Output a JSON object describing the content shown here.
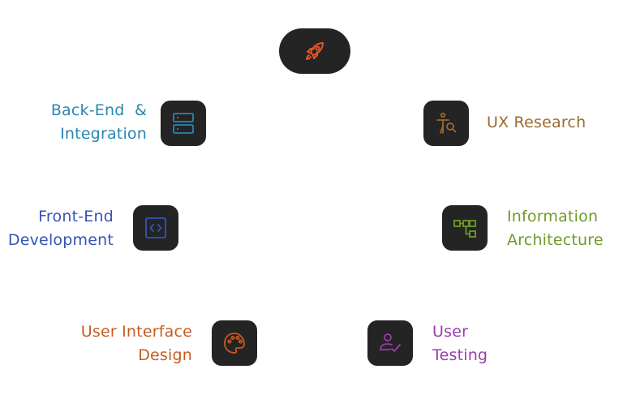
{
  "center": {
    "icon": "rocket-icon",
    "color": "#e8542a"
  },
  "nodes": [
    {
      "id": "backend",
      "icon": "server-icon",
      "color": "#2a86b0",
      "lines": [
        "Back-End  &",
        "Integration"
      ]
    },
    {
      "id": "ux-research",
      "icon": "user-search-icon",
      "color": "#9a6a2e",
      "lines": [
        "UX Research"
      ]
    },
    {
      "id": "frontend",
      "icon": "code-icon",
      "color": "#3553b8",
      "lines": [
        "Front-End",
        "Development"
      ]
    },
    {
      "id": "info-arch",
      "icon": "sitemap-icon",
      "color": "#6e9a2a",
      "lines": [
        "Information",
        "Architecture"
      ]
    },
    {
      "id": "ui-design",
      "icon": "palette-icon",
      "color": "#c65b22",
      "lines": [
        "User Interface",
        "Design"
      ]
    },
    {
      "id": "user-testing",
      "icon": "user-check-icon",
      "color": "#9b3bb0",
      "lines": [
        "User",
        "Testing"
      ]
    }
  ]
}
